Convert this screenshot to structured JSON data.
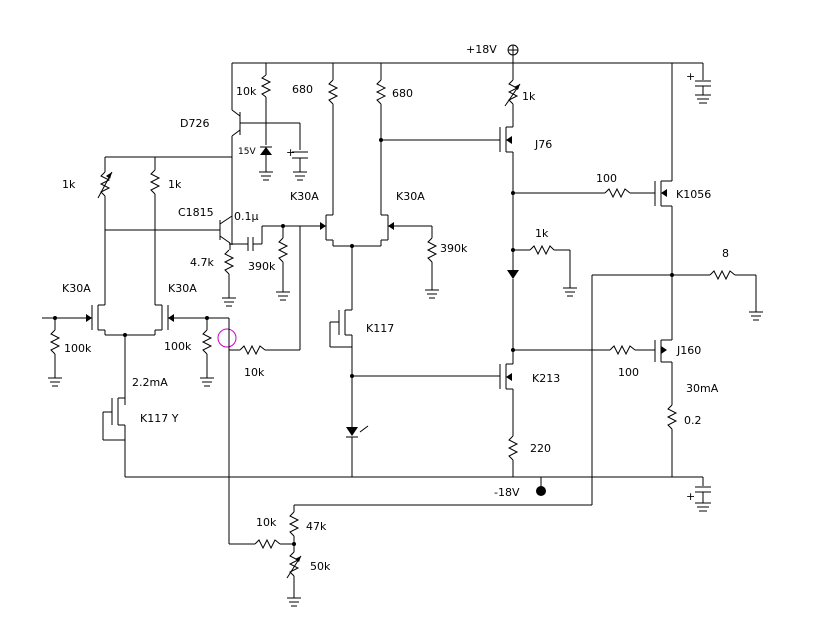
{
  "labels": {
    "vplus": "+18V",
    "vminus": "-18V",
    "r_10k_top": "10k",
    "r_680_a": "680",
    "r_680_b": "680",
    "r_1k_top": "1k",
    "q_d726": "D726",
    "z_15v": "15V",
    "q_j76": "J76",
    "r_1k_left_a": "1k",
    "r_1k_left_b": "1k",
    "q_k30a_mid_a": "K30A",
    "q_k30a_mid_b": "K30A",
    "q_c1815": "C1815",
    "c_01u": "0.1μ",
    "r_100_top": "100",
    "q_k1056": "K1056",
    "r_1k_mid": "1k",
    "r_390k_right": "390k",
    "r_4k7": "4.7k",
    "r_390k_left": "390k",
    "r_8": "8",
    "q_k30a_left_a": "K30A",
    "q_k30a_left_b": "K30A",
    "q_k117_mid": "K117",
    "r_100k_a": "100k",
    "r_100k_b": "100k",
    "r_10k_fb": "10k",
    "r_100_bot": "100",
    "q_j160": "J160",
    "q_k213": "K213",
    "i_22ma": "2.2mA",
    "i_30ma": "30mA",
    "q_k117y": "K117 Y",
    "r_02": "0.2",
    "r_220": "220",
    "r_10k_bot": "10k",
    "r_47k": "47k",
    "r_50k": "50k",
    "plus_a": "+",
    "plus_b": "+",
    "plus_c": "+"
  },
  "colors": {
    "wire": "#000000",
    "probe": "#cc00cc",
    "background": "#ffffff"
  }
}
